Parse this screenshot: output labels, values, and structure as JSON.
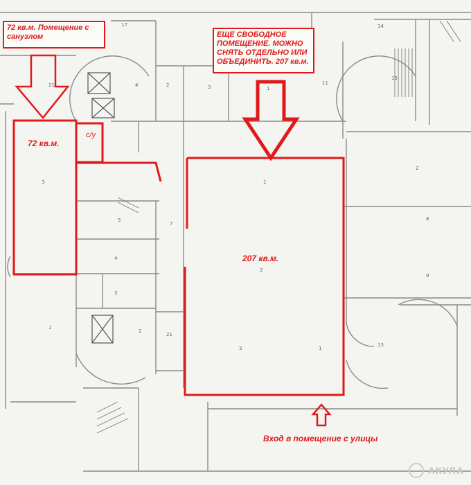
{
  "annotations": {
    "room_72_note": "72 кв.м. Помещение с санузлом",
    "free_room_note": "ЕЩЕ СВОБОДНОЕ ПОМЕЩЕНИЕ. МОЖНО СНЯТЬ ОТДЕЛЬНО ИЛИ ОБЪЕДИНИТЬ.  207 кв.м.",
    "area_72": "72 кв.м.",
    "area_207": "207 кв.м.",
    "restroom": "с/у",
    "entrance": "Вход в помещение с улицы"
  },
  "logo": {
    "text": "АКУЛА"
  },
  "colors": {
    "highlight": "#e01a1a",
    "plan_lines": "#6a6a6a"
  }
}
